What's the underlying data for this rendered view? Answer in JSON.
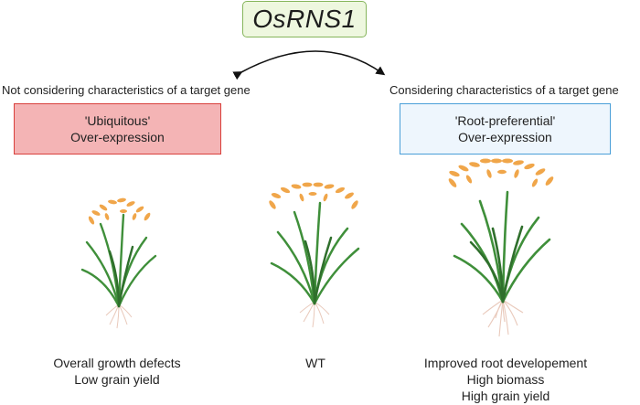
{
  "gene": {
    "name": "OsRNS1"
  },
  "left": {
    "heading": "Not considering characteristics of a target gene",
    "box_line1": "'Ubiquitous'",
    "box_line2": "Over-expression",
    "caption_line1": "Overall growth defects",
    "caption_line2": "Low grain yield",
    "box_color": "#f4b4b5",
    "border_color": "#d9403c"
  },
  "middle": {
    "caption": "WT"
  },
  "right": {
    "heading": "Considering characteristics of a target gene",
    "box_line1": "'Root-preferential'",
    "box_line2": "Over-expression",
    "caption_line1": "Improved root developement",
    "caption_line2": "High biomass",
    "caption_line3": "High grain yield",
    "box_color": "#eef6fd",
    "border_color": "#4a9fd8"
  },
  "colors": {
    "gene_box_fill": "#eef7df",
    "gene_box_border": "#86b55c",
    "leaf": "#3f8f3a",
    "leaf_dark": "#2f6f2c",
    "grain": "#f0a64a",
    "root": "#e9c9bb"
  }
}
